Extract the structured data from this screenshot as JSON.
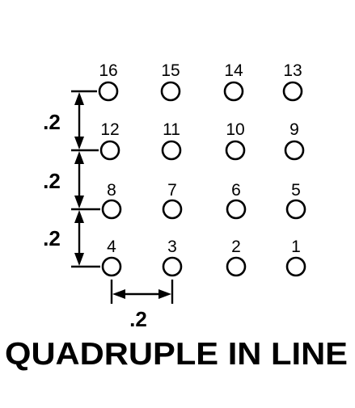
{
  "diagram": {
    "caption": "QUADRUPLE IN LINE",
    "pitch_label": ".2",
    "rows": [
      [
        "16",
        "15",
        "14",
        "13"
      ],
      [
        "12",
        "11",
        "10",
        "9"
      ],
      [
        "8",
        "7",
        "6",
        "5"
      ],
      [
        "4",
        "3",
        "2",
        "1"
      ]
    ],
    "vertical_dimensions": [
      ".2",
      ".2",
      ".2"
    ],
    "horizontal_dimension": ".2"
  }
}
